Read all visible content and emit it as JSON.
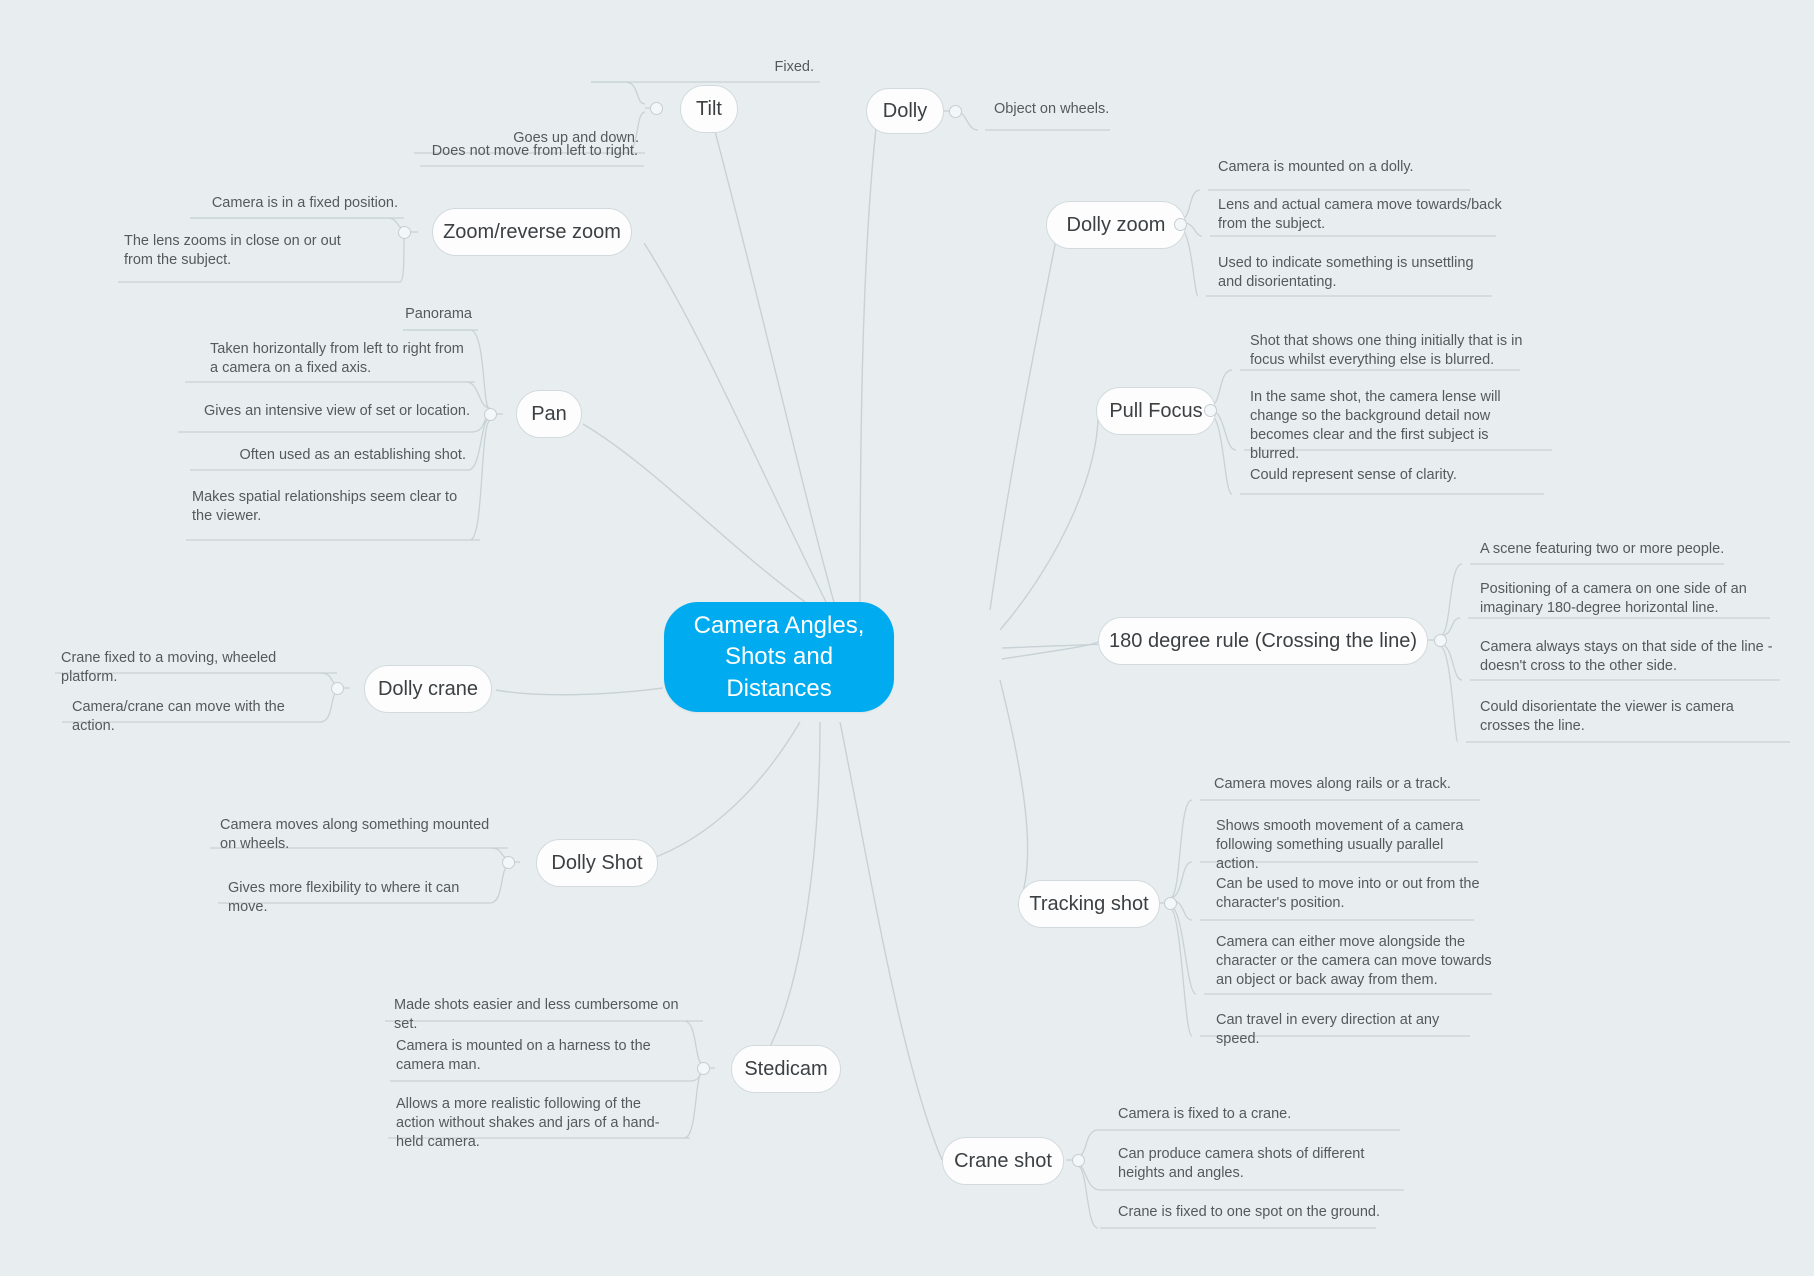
{
  "theme": {
    "background": "#e8eef0",
    "root_fill": "#00ABF0",
    "root_text": "#ffffff",
    "node_fill": "#fdfdfd",
    "node_border": "#d2dade",
    "node_text": "#3c4043",
    "leaf_text": "#55595c",
    "edge_color": "#c8d1d5"
  },
  "root": {
    "label": "Camera Angles, Shots and Distances"
  },
  "branches": [
    {
      "id": "tilt",
      "label": "Tilt",
      "children": [
        "Fixed.",
        "Goes up and down.",
        "Does not move from left to right."
      ]
    },
    {
      "id": "zoom-reverse-zoom",
      "label": "Zoom/reverse zoom",
      "children": [
        "Camera is in a fixed position.",
        "The lens zooms in close on or out from the subject."
      ]
    },
    {
      "id": "pan",
      "label": "Pan",
      "children": [
        "Panorama",
        "Taken horizontally from left to right from a camera on a fixed axis.",
        "Gives an intensive view of set or location.",
        "Often used as an establishing shot.",
        "Makes spatial relationships seem clear to the viewer."
      ]
    },
    {
      "id": "dolly-crane",
      "label": "Dolly crane",
      "children": [
        "Crane fixed to a moving, wheeled platform.",
        "Camera/crane can move with the action."
      ]
    },
    {
      "id": "dolly-shot",
      "label": "Dolly Shot",
      "children": [
        "Camera moves along something mounted on wheels.",
        "Gives more flexibility to where it can move."
      ]
    },
    {
      "id": "stedicam",
      "label": "Stedicam",
      "children": [
        "Made shots easier and less cumbersome on set.",
        "Camera is mounted on a harness to the camera man.",
        "Allows a more realistic following of the action without shakes and jars of a hand-held camera."
      ]
    },
    {
      "id": "crane-shot",
      "label": "Crane shot",
      "children": [
        "Camera is fixed to a crane.",
        "Can produce camera shots of different heights and angles.",
        "Crane is fixed to one spot on the ground."
      ]
    },
    {
      "id": "tracking-shot",
      "label": "Tracking shot",
      "children": [
        "Camera moves along rails or a track.",
        "Shows smooth movement of a camera following something usually parallel action.",
        "Can be used to move into or out from the character's position.",
        "Camera can either move alongside the character or the camera can move towards an object or back away from them.",
        "Can travel in every direction at any speed."
      ]
    },
    {
      "id": "180-degree-rule",
      "label": "180 degree rule (Crossing the line)",
      "children": [
        "A scene featuring two or more people.",
        "Positioning of a camera on one side of an imaginary 180-degree horizontal line.",
        "Camera always stays on that side of the line - doesn't cross to the other side.",
        "Could disorientate the viewer is camera crosses the line."
      ]
    },
    {
      "id": "pull-focus",
      "label": "Pull Focus",
      "children": [
        "Shot that shows one thing initially that is in focus whilst everything else is blurred.",
        "In the same shot, the camera lense will change so the background detail now becomes clear and the first subject is blurred.",
        "Could represent sense of clarity."
      ]
    },
    {
      "id": "dolly-zoom",
      "label": "Dolly zoom",
      "children": [
        "Camera is mounted on a dolly.",
        "Lens and actual camera move towards/back from the subject.",
        "Used to indicate something is unsettling and disorientating."
      ]
    },
    {
      "id": "dolly",
      "label": "Dolly",
      "children": [
        "Object on wheels."
      ]
    }
  ]
}
